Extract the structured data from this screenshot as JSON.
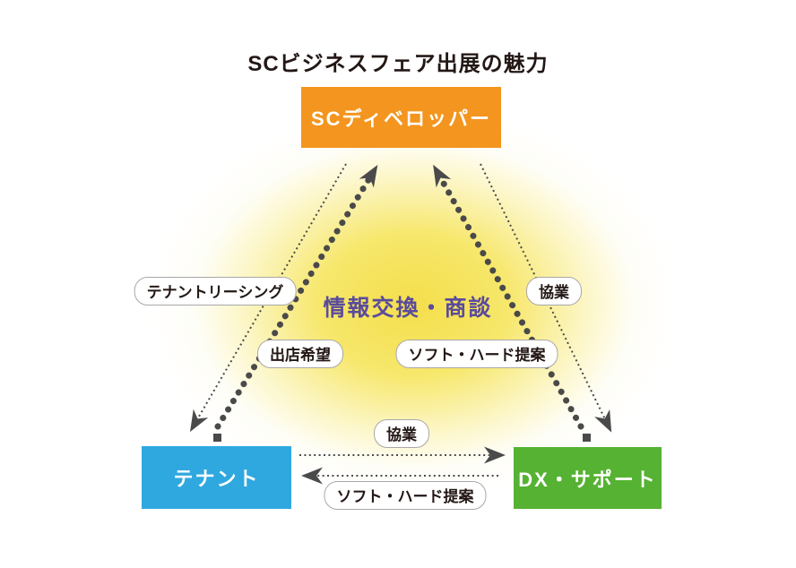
{
  "title": "SCビジネスフェア出展の魅力",
  "center_label": "情報交換・商談",
  "nodes": {
    "developer": {
      "label": "SCディベロッパー",
      "color": "#F3951E"
    },
    "tenant": {
      "label": "テナント",
      "color": "#2FA8DF"
    },
    "dx_support": {
      "label": "DX・サポート",
      "color": "#56B232"
    }
  },
  "edges": {
    "developer_to_tenant": {
      "label": "テナントリーシング",
      "style": "thin-dotted-arrow"
    },
    "tenant_to_developer": {
      "label": "出店希望",
      "style": "thick-dotted-arrow"
    },
    "developer_to_dx": {
      "label": "協業",
      "style": "thin-dotted-arrow"
    },
    "dx_to_developer": {
      "label": "ソフト・ハード提案",
      "style": "thick-dotted-arrow"
    },
    "tenant_to_dx": {
      "label": "協業",
      "style": "thin-dotted-arrow"
    },
    "dx_to_tenant": {
      "label": "ソフト・ハード提案",
      "style": "thin-dotted-arrow"
    }
  },
  "colors": {
    "glow_center": "#F4DF4B",
    "arrow_gray": "#4A4A4A",
    "center_text_purple": "#5A4B9C",
    "title_text": "#231815",
    "pill_border": "#A8A8A8",
    "pill_background": "#FFFFFF"
  }
}
